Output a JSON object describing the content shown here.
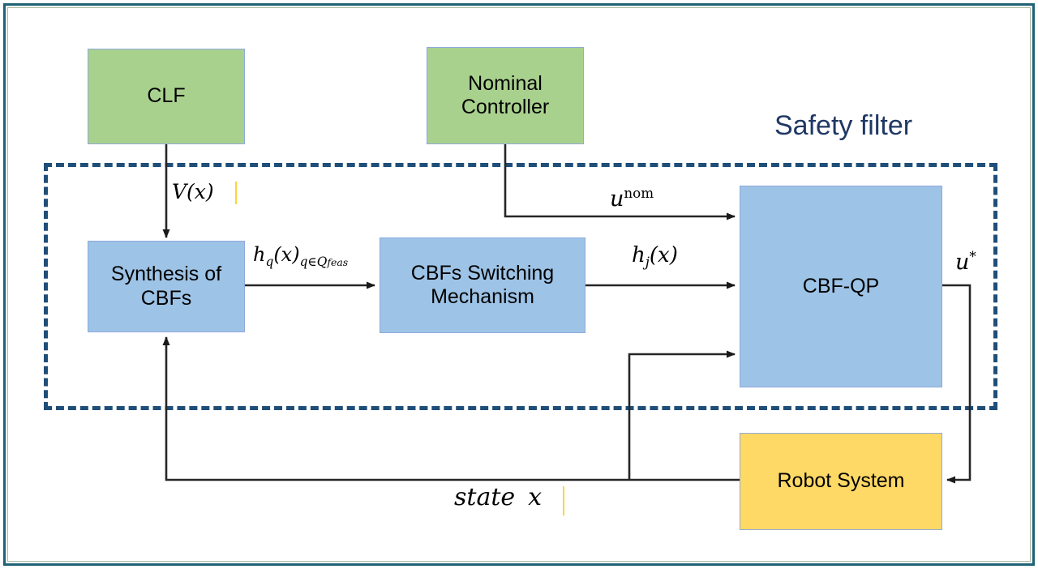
{
  "diagram": {
    "title": "Safety filter CBF-QP block diagram",
    "safety_filter_label": "Safety filter",
    "colors": {
      "frame": "#1F6275",
      "green_block": "#A9D18E",
      "blue_block": "#9DC3E6",
      "yellow_block": "#FFD966",
      "block_border": "#8FAADC",
      "dashed_boundary": "#1F4E79",
      "title_text": "#1F3864",
      "wire": "#262626"
    },
    "nodes": [
      {
        "id": "clf",
        "label": "CLF",
        "color": "green"
      },
      {
        "id": "nominal",
        "label": "Nominal\nController",
        "color": "green"
      },
      {
        "id": "synthesis",
        "label": "Synthesis of\nCBFs",
        "color": "blue"
      },
      {
        "id": "switching",
        "label": "CBFs Switching\nMechanism",
        "color": "blue"
      },
      {
        "id": "cbfqp",
        "label": "CBF-QP",
        "color": "blue"
      },
      {
        "id": "robot",
        "label": "Robot System",
        "color": "yellow"
      }
    ],
    "edge_labels": {
      "v_of_x": {
        "base": "V(x)",
        "sup": "",
        "sub": "",
        "subsub": ""
      },
      "h_q": {
        "base": "h",
        "sub": "q",
        "mid": "(x)",
        "sub2": "q∈Q",
        "subsub": "feas"
      },
      "u_nom": {
        "base": "u",
        "sup": "nom"
      },
      "h_j": {
        "base": "h",
        "sub": "j",
        "mid": "(x)"
      },
      "u_star": {
        "base": "u",
        "sup": "*"
      },
      "state_x": {
        "base": "state",
        "var": "x"
      }
    },
    "edges": [
      {
        "from": "clf",
        "to": "synthesis",
        "label": "V(x)"
      },
      {
        "from": "synthesis",
        "to": "switching",
        "label": "h_q(x)_{q∈Q_feas}"
      },
      {
        "from": "nominal",
        "to": "cbfqp",
        "label": "u^nom"
      },
      {
        "from": "switching",
        "to": "cbfqp",
        "label": "h_j(x)"
      },
      {
        "from": "cbfqp",
        "to": "robot",
        "label": "u*"
      },
      {
        "from": "robot",
        "to": "synthesis",
        "label": "state x"
      },
      {
        "from": "robot",
        "to": "cbfqp",
        "label": "state x"
      }
    ]
  }
}
